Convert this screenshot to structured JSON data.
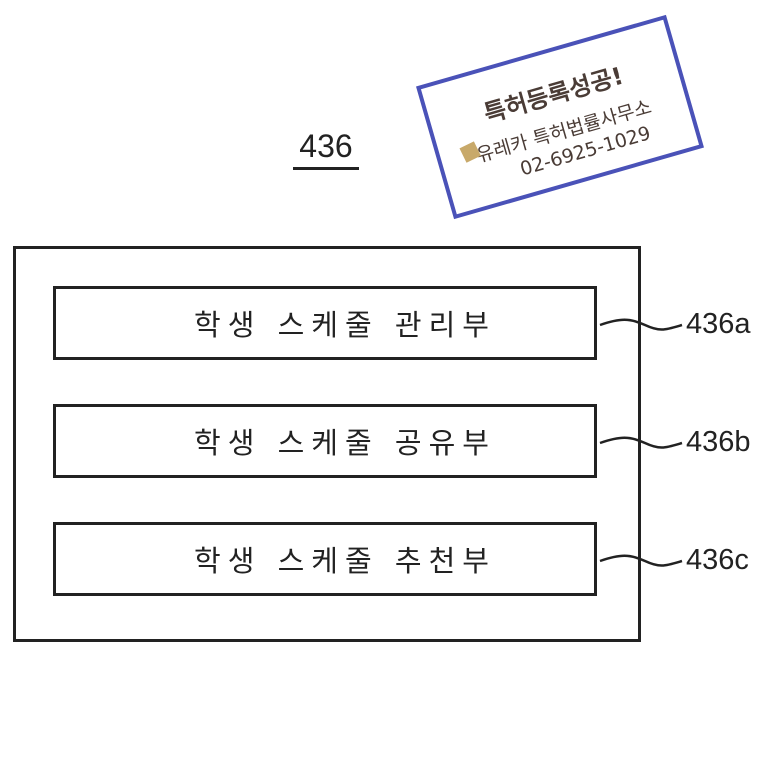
{
  "diagram": {
    "title": "436",
    "blocks": [
      {
        "text": "학생 스케줄 관리부",
        "ref": "436a"
      },
      {
        "text": "학생 스케줄 공유부",
        "ref": "436b"
      },
      {
        "text": "학생 스케줄 추천부",
        "ref": "436c"
      }
    ]
  },
  "stamp": {
    "headline": "특허등록성공!",
    "firm": "유레카 특허법률사무소",
    "phone": "02-6925-1029",
    "color": "#4a52b8"
  }
}
